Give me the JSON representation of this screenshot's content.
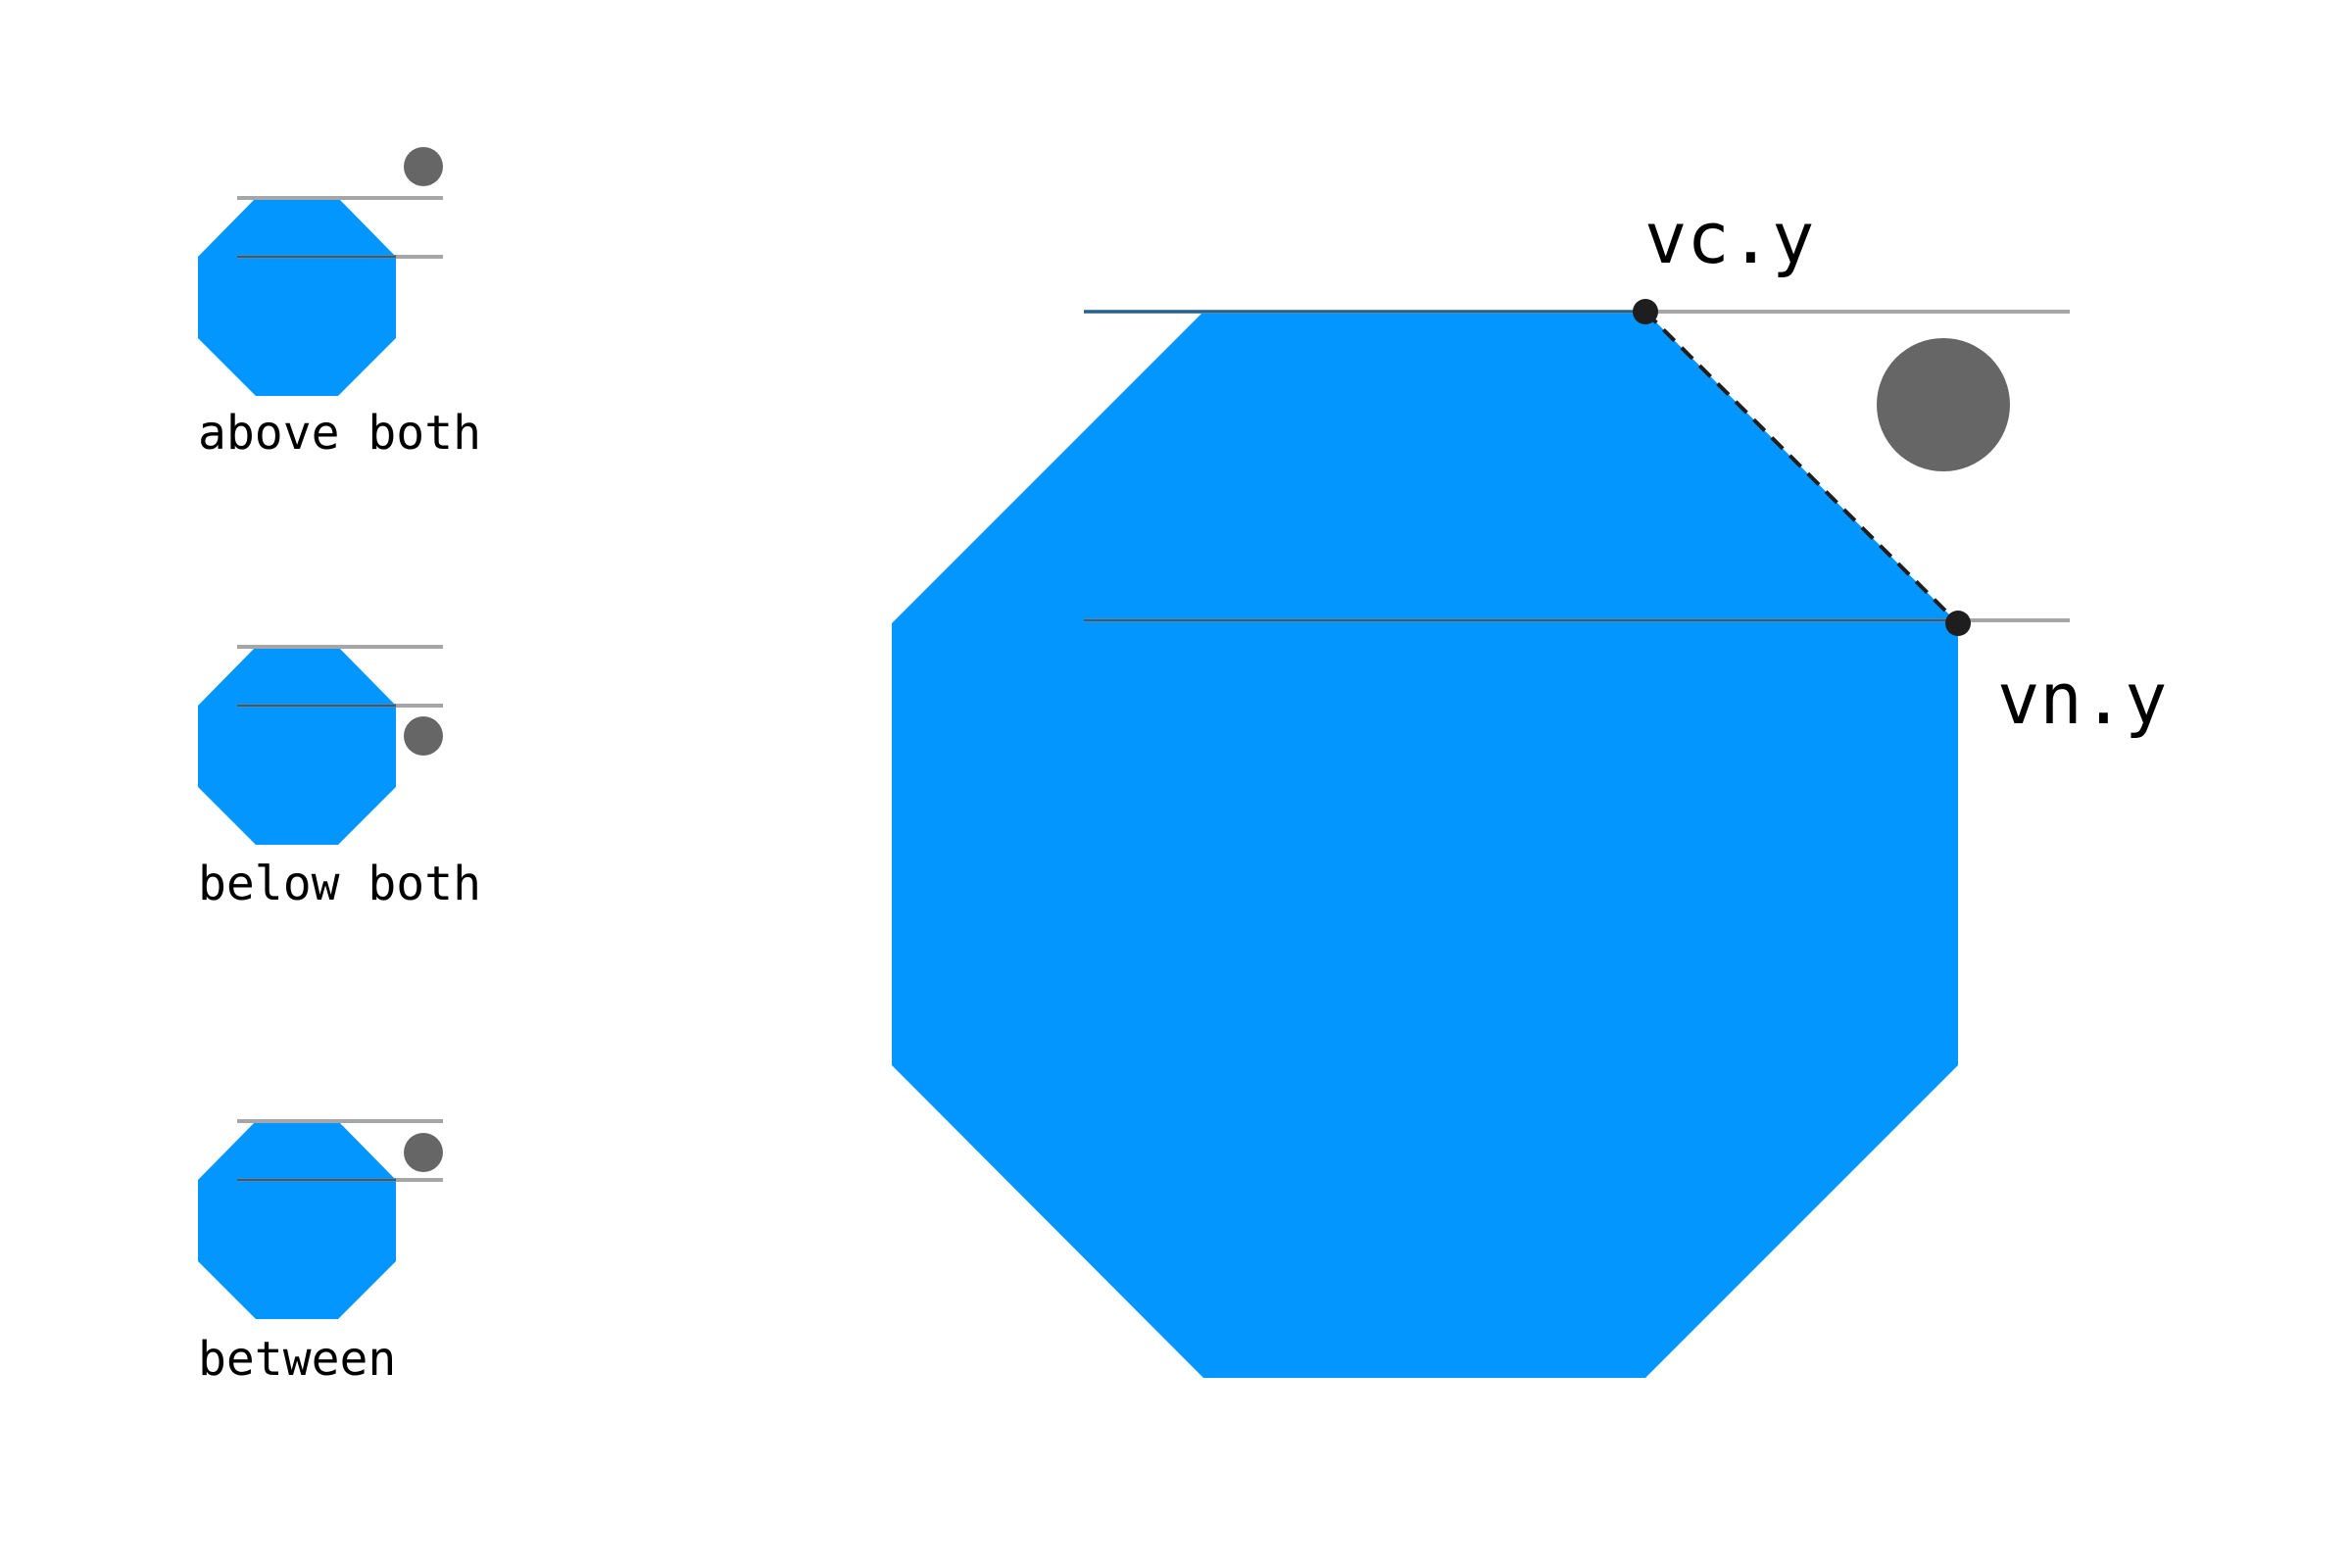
{
  "colors": {
    "polygon_fill": "#0396ff",
    "reference_line": "#a6a6a6",
    "inner_line": "#1e6496",
    "point_circle": "#666666",
    "vertex_dot": "#1e1e1e",
    "label_text": "#000000",
    "background": "#ffffff"
  },
  "cases": [
    {
      "label": "above both",
      "circle_position": "above-both"
    },
    {
      "label": "below both",
      "circle_position": "below-both"
    },
    {
      "label": "between",
      "circle_position": "between"
    }
  ],
  "main": {
    "vc_label": "vc.y",
    "vn_label": "vn.y",
    "edge_style": "dashed"
  }
}
